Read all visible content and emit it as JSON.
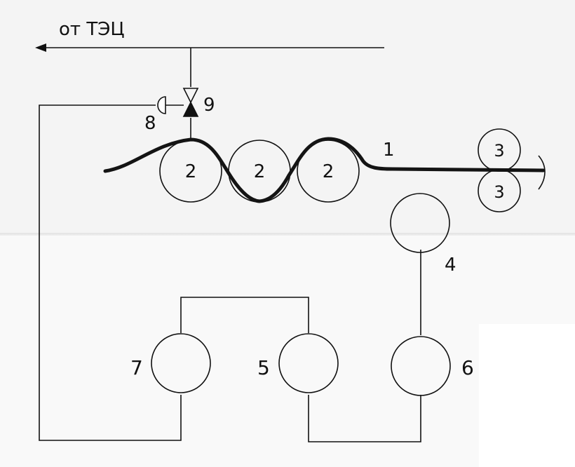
{
  "source_label": "от ТЭЦ",
  "numbers": {
    "web": "1",
    "drying_roll": "2",
    "press_roll": "3",
    "sensor": "4",
    "unit_5": "5",
    "unit_6": "6",
    "unit_7": "7",
    "actuator": "8",
    "valve": "9"
  },
  "colors": {
    "line": "#111111",
    "web": "#151515"
  }
}
